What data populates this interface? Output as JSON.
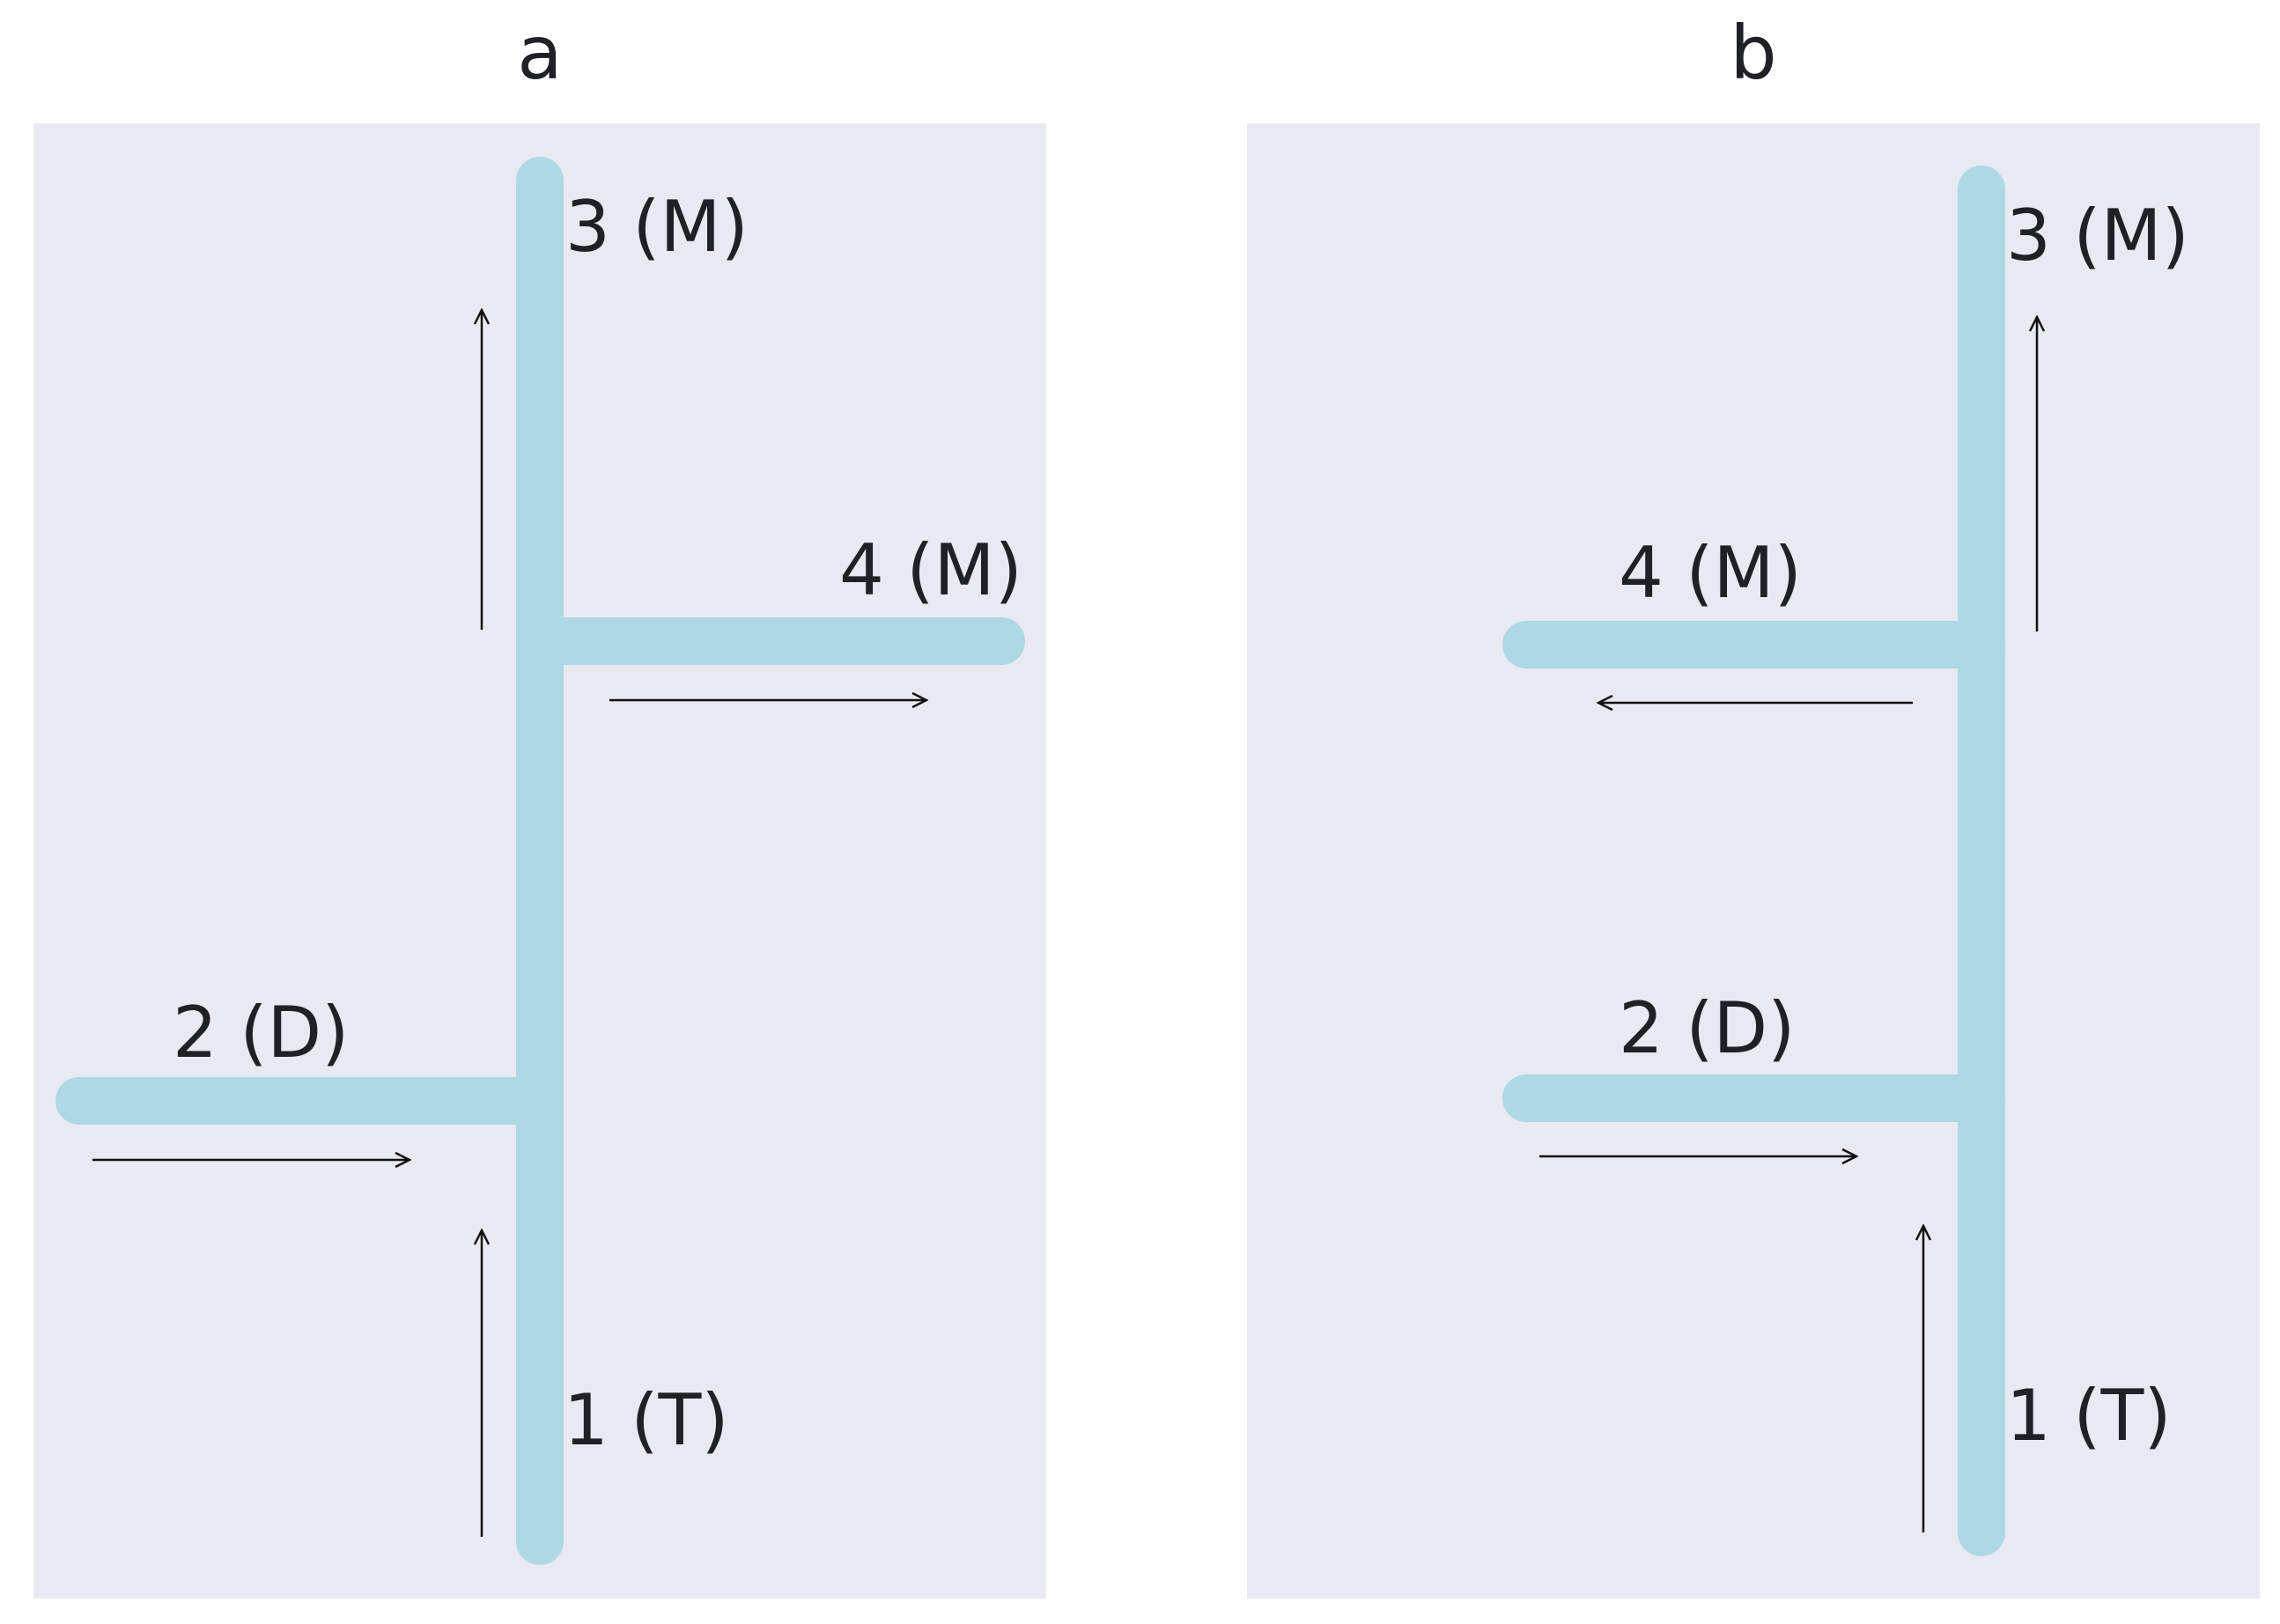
{
  "panels": [
    {
      "id": "a",
      "title": "a",
      "labels": {
        "n1": "1 (T)",
        "n2": "2 (D)",
        "n3": "3 (M)",
        "n4": "4 (M)"
      }
    },
    {
      "id": "b",
      "title": "b",
      "labels": {
        "n1": "1 (T)",
        "n2": "2 (D)",
        "n3": "3 (M)",
        "n4": "4 (M)"
      }
    }
  ],
  "colors": {
    "panel_bg": "#e8e9f1",
    "channel": "#add8e4",
    "text": "#1f2126",
    "arrow": "#111111"
  }
}
